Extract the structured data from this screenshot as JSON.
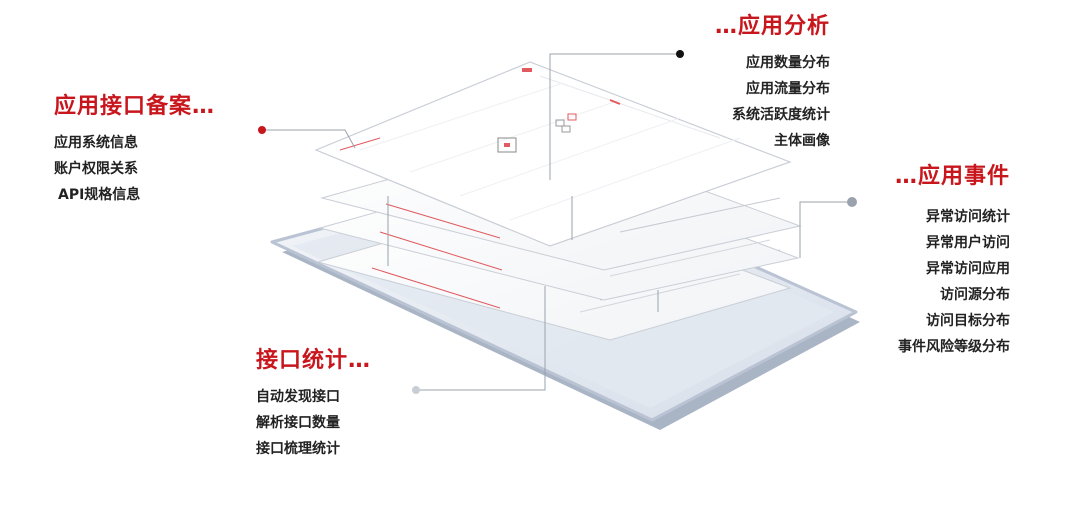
{
  "sections": {
    "app_analysis": {
      "title": "…应用分析",
      "items": [
        "应用数量分布",
        "应用流量分布",
        "系统活跃度统计",
        "主体画像"
      ]
    },
    "api_registry": {
      "title": "应用接口备案…",
      "items": [
        "应用系统信息",
        "账户权限关系",
        "API规格信息"
      ]
    },
    "app_events": {
      "title": "…应用事件",
      "items": [
        "异常访问统计",
        "异常用户访问",
        "异常访问应用",
        "访问源分布",
        "访问目标分布",
        "事件风险等级分布"
      ]
    },
    "api_stats": {
      "title": "接口统计…",
      "items": [
        "自动发现接口",
        "解析接口数量",
        "接口梳理统计"
      ]
    }
  },
  "colors": {
    "accent": "#c8161d",
    "device_frame": "#b9c3d3",
    "device_body": "#e6ebf2",
    "leader_line": "#9aa3ad"
  }
}
